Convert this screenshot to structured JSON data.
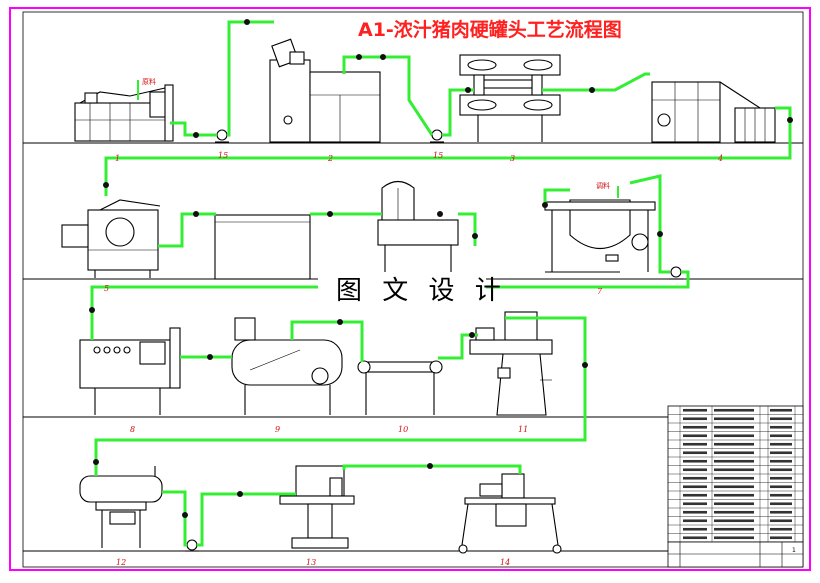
{
  "title": "A1-浓汁猪肉硬罐头工艺流程图",
  "watermark": "图 文 设 计",
  "colors": {
    "border": "#ff00ff",
    "title": "#ff2020",
    "pipe": "#33ee33",
    "numbers": "#d01010"
  },
  "feed_labels": {
    "raw_meat": "原料",
    "seasoning": "调料"
  },
  "equipment_numbers": {
    "n1": "1",
    "n15a": "15",
    "n2": "2",
    "n15b": "15",
    "n3": "3",
    "n4": "4",
    "n5": "5",
    "n7": "7",
    "n8": "8",
    "n9": "9",
    "n10": "10",
    "n11": "11",
    "n12": "12",
    "n13": "13",
    "n14": "14"
  },
  "parts_table": {
    "rows": 16,
    "title_block_sheet": "1"
  }
}
